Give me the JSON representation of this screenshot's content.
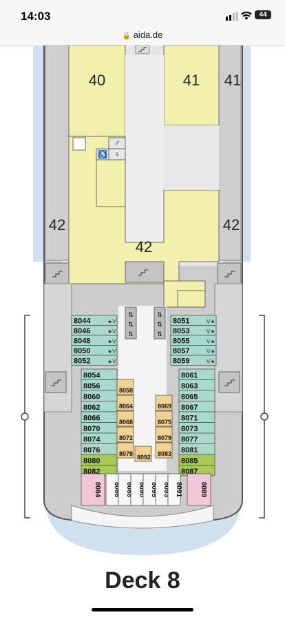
{
  "status_bar": {
    "time": "14:03",
    "battery": "44"
  },
  "browser": {
    "url": "aida.de"
  },
  "deck": {
    "title": "Deck 8",
    "areas": [
      "40",
      "41",
      "41",
      "42",
      "42",
      "42"
    ],
    "cabins_left_top": [
      "8044",
      "8046",
      "8048",
      "8050",
      "8052"
    ],
    "cabins_right_top": [
      "8051",
      "8053",
      "8055",
      "8057",
      "8059"
    ],
    "cabins_left_lower": [
      "8054",
      "8056",
      "8060",
      "8062",
      "8066",
      "8070",
      "8074",
      "8076",
      "8080",
      "8082"
    ],
    "cabins_right_lower": [
      "8061",
      "8063",
      "8065",
      "8067",
      "8071",
      "8073",
      "8077",
      "8081",
      "8085",
      "8087"
    ],
    "cabins_inner_left": [
      "8058",
      "8064",
      "8068",
      "8072",
      "8078"
    ],
    "cabins_inner_right": [
      "8069",
      "8075",
      "8079",
      "8083"
    ],
    "cabin_center": "8092",
    "cabins_stern": [
      "8084",
      "8086",
      "8088",
      "8090",
      "8095",
      "8093",
      "8091",
      "8089"
    ]
  },
  "colors": {
    "sea": "#cfe0ef",
    "public": "#f3f0ae",
    "teal": "#a9d8cc",
    "green": "#a9c85a",
    "orange": "#f2d28e",
    "pink": "#f3c6d8",
    "hull": "#c8c8c8",
    "floor": "#e6e6e6"
  },
  "icons": [
    "stairs-icon",
    "elevator-icon",
    "male-wc-icon",
    "female-wc-icon",
    "accessible-icon",
    "balcony-icon",
    "star-icon",
    "bed-icon",
    "hanger-icon",
    "anchor-ring-icon"
  ]
}
